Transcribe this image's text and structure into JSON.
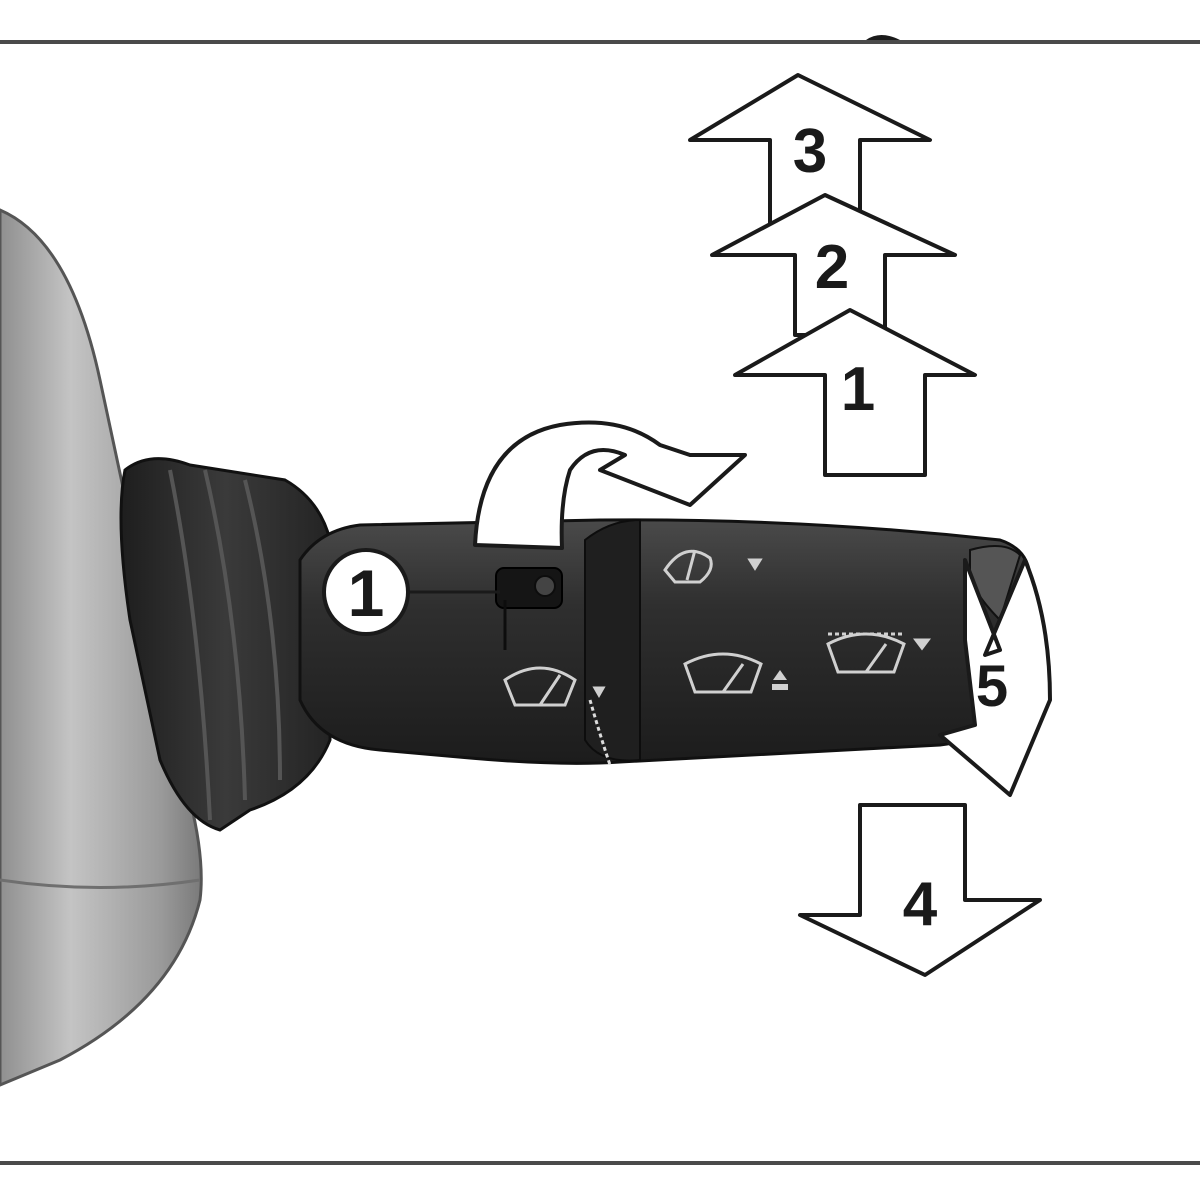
{
  "labels": {
    "callout": "1",
    "arrow_up_1": "1",
    "arrow_up_2": "2",
    "arrow_up_3": "3",
    "arrow_down": "4",
    "arrow_pull": "5"
  },
  "icons": [
    "rear-wiper-icon",
    "front-wiper-icon",
    "washer-icon",
    "front-wiper-spray-icon"
  ],
  "colors": {
    "background": "#ffffff",
    "frame": "#4a4a4a",
    "shroud": "#a8a8a8",
    "stalk": "#2e2e2e",
    "arrow_fill": "#ffffff",
    "arrow_stroke": "#1a1a1a"
  }
}
